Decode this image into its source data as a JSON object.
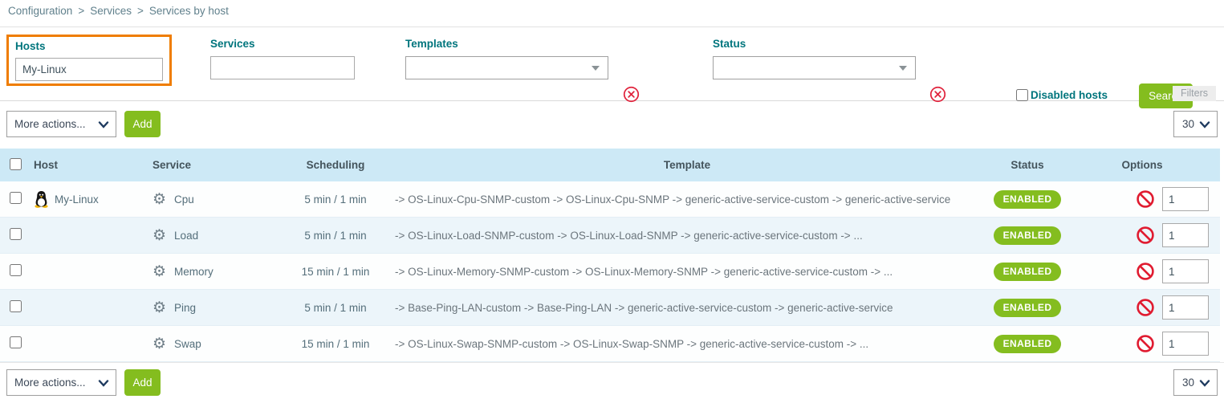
{
  "breadcrumb": {
    "separator": ">",
    "items": [
      {
        "label": "Configuration"
      },
      {
        "label": "Services"
      },
      {
        "label": "Services by host"
      }
    ]
  },
  "filters": {
    "hosts": {
      "label": "Hosts",
      "value": "My-Linux"
    },
    "services": {
      "label": "Services",
      "value": ""
    },
    "templates": {
      "label": "Templates",
      "value": ""
    },
    "status": {
      "label": "Status",
      "value": ""
    },
    "disabled_hosts_label": "Disabled hosts",
    "search_label": "Search",
    "filters_tab_label": "Filters"
  },
  "toolbar": {
    "more_actions_label": "More actions...",
    "add_label": "Add",
    "page_size": "30"
  },
  "table": {
    "columns": [
      "Host",
      "Service",
      "Scheduling",
      "Template",
      "Status",
      "Options"
    ],
    "rows": [
      {
        "host": "My-Linux",
        "service": "Cpu",
        "scheduling": "5 min / 1 min",
        "template": "-> OS-Linux-Cpu-SNMP-custom -> OS-Linux-Cpu-SNMP -> generic-active-service-custom -> generic-active-service",
        "status": "ENABLED",
        "options_value": "1"
      },
      {
        "host": "",
        "service": "Load",
        "scheduling": "5 min / 1 min",
        "template": "-> OS-Linux-Load-SNMP-custom -> OS-Linux-Load-SNMP -> generic-active-service-custom -> ...",
        "status": "ENABLED",
        "options_value": "1"
      },
      {
        "host": "",
        "service": "Memory",
        "scheduling": "15 min / 1 min",
        "template": "-> OS-Linux-Memory-SNMP-custom -> OS-Linux-Memory-SNMP -> generic-active-service-custom -> ...",
        "status": "ENABLED",
        "options_value": "1"
      },
      {
        "host": "",
        "service": "Ping",
        "scheduling": "5 min / 1 min",
        "template": "-> Base-Ping-LAN-custom -> Base-Ping-LAN -> generic-active-service-custom -> generic-active-service",
        "status": "ENABLED",
        "options_value": "1"
      },
      {
        "host": "",
        "service": "Swap",
        "scheduling": "15 min / 1 min",
        "template": "-> OS-Linux-Swap-SNMP-custom -> OS-Linux-Swap-SNMP -> generic-active-service-custom -> ...",
        "status": "ENABLED",
        "options_value": "1"
      }
    ]
  },
  "icons": {
    "host_os": "linux-tux-icon",
    "service": "gear-icon",
    "clear": "circled-x-icon",
    "disable": "no-entry-icon",
    "dropdown": "chevron-down-icon",
    "combo_caret": "caret-down-icon"
  },
  "colors": {
    "accent_green": "#84bd1f",
    "label_teal": "#00757d",
    "highlight_orange": "#ef7d00",
    "icon_red": "#e0233c",
    "table_header_blue": "#cde9f6",
    "row_alt_blue": "#ecf5fa"
  }
}
